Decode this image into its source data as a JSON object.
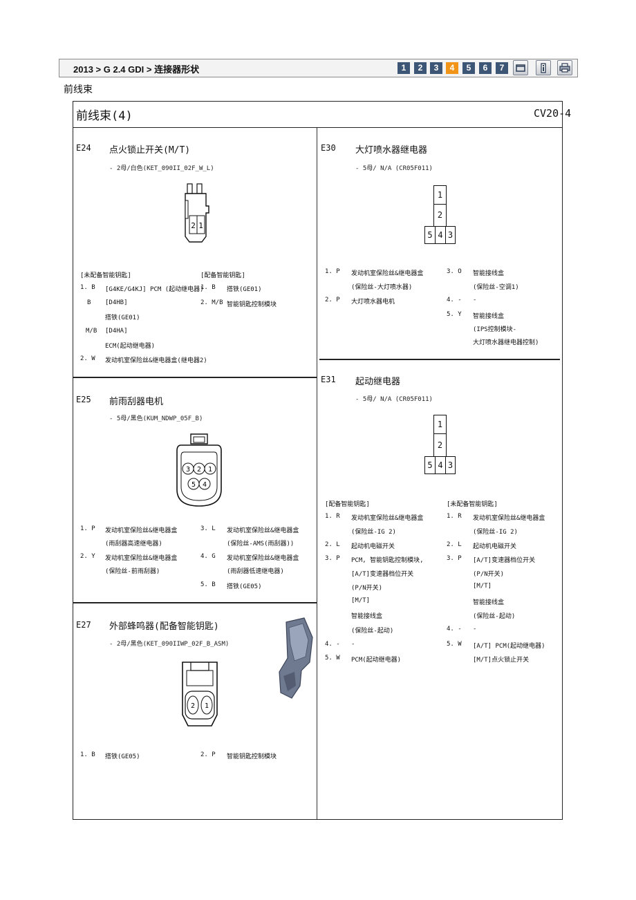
{
  "nav": {
    "breadcrumb": "2013 > G 2.4 GDI > 连接器形状",
    "pages": [
      "1",
      "2",
      "3",
      "4",
      "5",
      "6",
      "7"
    ],
    "active_page": "4",
    "tools": [
      "window-icon",
      "info-icon",
      "print-icon"
    ]
  },
  "section_caption": "前线束",
  "frame": {
    "title": "前线束(4)",
    "code": "CV20-4"
  },
  "e24": {
    "code": "E24",
    "name": "点火锁止开关(M/T)",
    "spec": "- 2母/白色(KET_090II_02F_W_L)",
    "pins": [
      "2",
      "1"
    ],
    "col1_header": "[未配备智能钥匙]",
    "col1_rows": [
      [
        "1. B",
        "[G4KE/G4KJ] PCM (起动继电器)"
      ],
      [
        "B",
        "[D4HB]"
      ],
      [
        "",
        "搭铁(GE01)"
      ],
      [
        "M/B",
        "[D4HA]"
      ],
      [
        "",
        "ECM(起动继电器)"
      ],
      [
        "2. W",
        "发动机室保险丝&继电器盒(继电器2)"
      ]
    ],
    "col2_header": "[配备智能钥匙]",
    "col2_rows": [
      [
        "1. B",
        "搭铁(GE01)"
      ],
      [
        "2. M/B",
        "智能钥匙控制模块"
      ]
    ]
  },
  "e25": {
    "code": "E25",
    "name": "前雨刮器电机",
    "spec": "- 5母/黑色(KUM_NDWP_05F_B)",
    "pins": [
      "3",
      "2",
      "1",
      "5",
      "4"
    ],
    "col1_rows": [
      [
        "1. P",
        "发动机室保险丝&继电器盒"
      ],
      [
        "",
        "(雨刮器高速继电器)"
      ],
      [
        "2. Y",
        "发动机室保险丝&继电器盒"
      ],
      [
        "",
        "(保险丝-前雨刮器)"
      ]
    ],
    "col2_rows": [
      [
        "3. L",
        "发动机室保险丝&继电器盒"
      ],
      [
        "",
        "(保险丝-AMS(雨刮器))"
      ],
      [
        "4. G",
        "发动机室保险丝&继电器盒"
      ],
      [
        "",
        "(雨刮器低速继电器)"
      ],
      [
        "5. B",
        "搭铁(GE05)"
      ]
    ]
  },
  "e27": {
    "code": "E27",
    "name": "外部蜂鸣器(配备智能钥匙)",
    "spec": "- 2母/黑色(KET_090IIWP_02F_B_ASM)",
    "pins": [
      "2",
      "1"
    ],
    "col1_rows": [
      [
        "1. B",
        "搭铁(GE05)"
      ]
    ],
    "col2_rows": [
      [
        "2. P",
        "智能钥匙控制模块"
      ]
    ]
  },
  "e30": {
    "code": "E30",
    "name": "大灯喷水器继电器",
    "spec": "- 5母/ N/A (CR05F011)",
    "pins": [
      "1",
      "2",
      "5",
      "4",
      "3"
    ],
    "col1_rows": [
      [
        "1. P",
        "发动机室保险丝&继电器盒"
      ],
      [
        "",
        "(保险丝-大灯喷水器)"
      ],
      [
        "2. P",
        "大灯喷水器电机"
      ]
    ],
    "col2_rows": [
      [
        "3. O",
        "智能接线盒"
      ],
      [
        "",
        "(保险丝-空调1)"
      ],
      [
        "4. -",
        "-"
      ],
      [
        "5. Y",
        "智能接线盒"
      ],
      [
        "",
        "(IPS控制模块-"
      ],
      [
        "",
        "大灯喷水器继电器控制)"
      ]
    ]
  },
  "e31": {
    "code": "E31",
    "name": "起动继电器",
    "spec": "- 5母/ N/A (CR05F011)",
    "pins": [
      "1",
      "2",
      "5",
      "4",
      "3"
    ],
    "col1_header": "[配备智能钥匙]",
    "col1_rows": [
      [
        "1. R",
        "发动机室保险丝&继电器盒"
      ],
      [
        "",
        "(保险丝-IG 2)"
      ],
      [
        "2. L",
        "起动机电磁开关"
      ],
      [
        "3. P",
        "PCM, 智能钥匙控制模块,"
      ],
      [
        "",
        "[A/T]变速器档位开关"
      ],
      [
        "",
        "        (P/N开关)"
      ],
      [
        "",
        "[M/T]"
      ],
      [
        "",
        "智能接线盒"
      ],
      [
        "",
        "(保险丝-起动)"
      ],
      [
        "4. -",
        "-"
      ],
      [
        "5. W",
        "PCM(起动继电器)"
      ]
    ],
    "col2_header": "[未配备智能钥匙]",
    "col2_rows": [
      [
        "1. R",
        "发动机室保险丝&继电器盒"
      ],
      [
        "",
        "(保险丝-IG 2)"
      ],
      [
        "2. L",
        "起动机电磁开关"
      ],
      [
        "3. P",
        "[A/T]变速器档位开关"
      ],
      [
        "",
        "        (P/N开关)"
      ],
      [
        "",
        "[M/T]"
      ],
      [
        "",
        "智能接线盒"
      ],
      [
        "",
        "(保险丝-起动)"
      ],
      [
        "4. -",
        "-"
      ],
      [
        "5. W",
        "[A/T] PCM(起动继电器)"
      ],
      [
        "",
        "[M/T]点火锁止开关"
      ]
    ]
  }
}
